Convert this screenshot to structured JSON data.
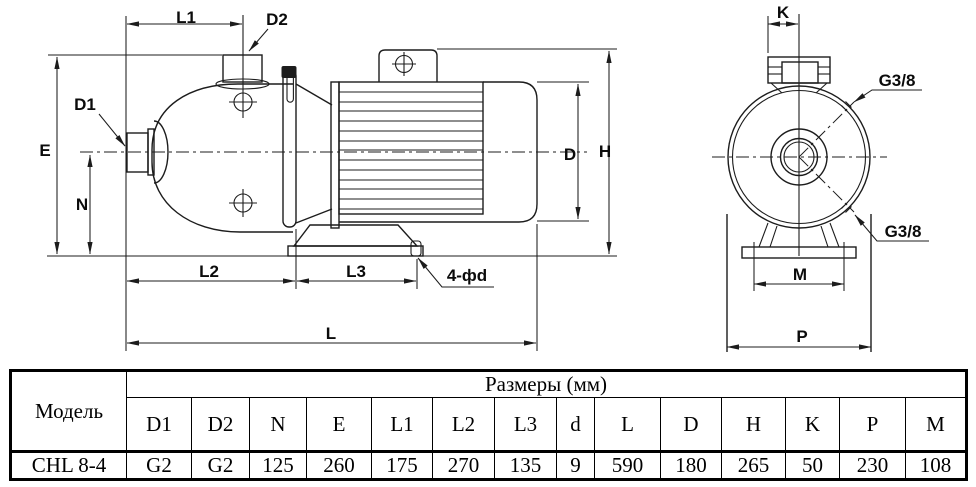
{
  "colors": {
    "line": "#1c1c1c",
    "text": "#000000",
    "background": "#ffffff"
  },
  "drawing": {
    "side_view_labels": {
      "L1": "L1",
      "D2": "D2",
      "D1": "D1",
      "E": "E",
      "N": "N",
      "L2": "L2",
      "L3": "L3",
      "holes": "4-фd",
      "L": "L",
      "D": "D",
      "H": "H"
    },
    "front_view_labels": {
      "K": "K",
      "G_top": "G3/8",
      "G_bottom": "G3/8",
      "M": "M",
      "P": "P"
    }
  },
  "table": {
    "model_header": "Модель",
    "sizes_header": "Размеры (мм)",
    "columns": [
      "D1",
      "D2",
      "N",
      "E",
      "L1",
      "L2",
      "L3",
      "d",
      "L",
      "D",
      "H",
      "K",
      "P",
      "M"
    ],
    "rows": [
      {
        "model": "CHL 8-4",
        "values": [
          "G2",
          "G2",
          "125",
          "260",
          "175",
          "270",
          "135",
          "9",
          "590",
          "180",
          "265",
          "50",
          "230",
          "108"
        ]
      }
    ]
  }
}
